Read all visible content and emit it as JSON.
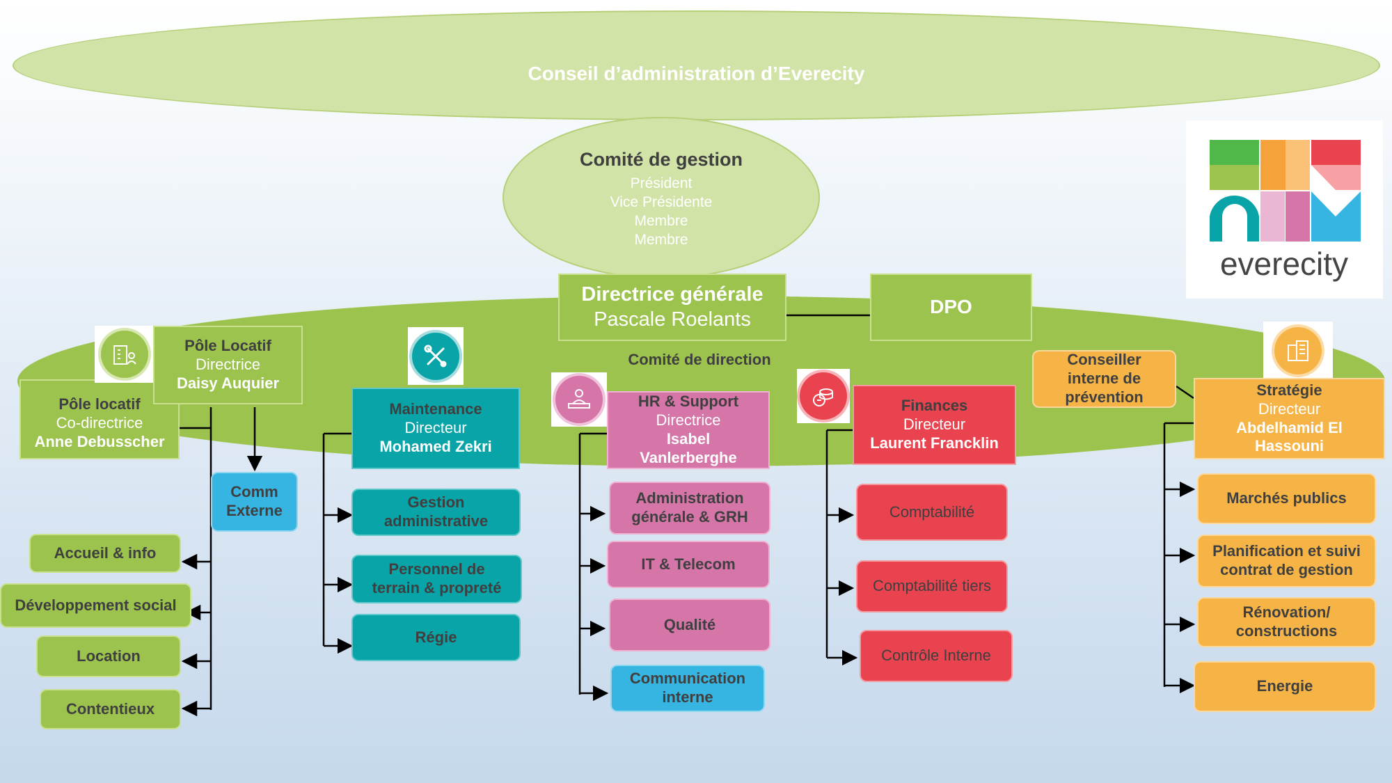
{
  "board": {
    "title": "Conseil d’administration d’Everecity"
  },
  "management_committee": {
    "title": "Comité de gestion",
    "roles": [
      "Président",
      "Vice Présidente",
      "Membre",
      "Membre"
    ]
  },
  "general_direction": {
    "title": "Directrice générale",
    "name": "Pascale Roelants"
  },
  "dpo": {
    "label": "DPO"
  },
  "direction_committee": {
    "label": "Comité de direction"
  },
  "logo": {
    "wordmark": "everecity"
  },
  "pole_locatif": {
    "title": "Pôle Locatif",
    "role": "Directrice",
    "name": "Daisy Auquier",
    "co": {
      "title": "Pôle locatif",
      "role": "Co-directrice",
      "name": "Anne Debusscher"
    },
    "comm": "Comm Externe",
    "items": [
      "Accueil & info",
      "Développement social",
      "Location",
      "Contentieux"
    ]
  },
  "maintenance": {
    "title": "Maintenance",
    "role": "Directeur",
    "name": "Mohamed Zekri",
    "items": [
      "Gestion administrative",
      "Personnel de terrain & propreté",
      "Régie"
    ]
  },
  "hr": {
    "title": "HR & Support",
    "role": "Directrice",
    "name": "Isabel Vanlerberghe",
    "items": [
      "Administration générale & GRH",
      "IT & Telecom",
      "Qualité",
      "Communication interne"
    ]
  },
  "finances": {
    "title": "Finances",
    "role": "Directeur",
    "name": "Laurent Francklin",
    "items": [
      "Comptabilité",
      "Comptabilité tiers",
      "Contrôle Interne"
    ]
  },
  "prevention": {
    "label": "Conseiller interne de prévention"
  },
  "strategy": {
    "title": "Stratégie",
    "role": "Directeur",
    "name": "Abdelhamid El Hassouni",
    "items": [
      "Marchés publics",
      "Planification et suivi contrat de gestion",
      "Rénovation/ constructions",
      "Energie"
    ]
  },
  "colors": {
    "green": "#9cc34d",
    "teal": "#08a4a8",
    "pink": "#d675a8",
    "red": "#e9434f",
    "orange": "#f6b446",
    "blue": "#36b5e2",
    "light_green": "#d2e3a8"
  },
  "icons": {
    "pole_locatif": "building-person-icon",
    "maintenance": "tools-icon",
    "hr": "desk-worker-icon",
    "finances": "coins-icon",
    "strategy": "buildings-icon"
  }
}
